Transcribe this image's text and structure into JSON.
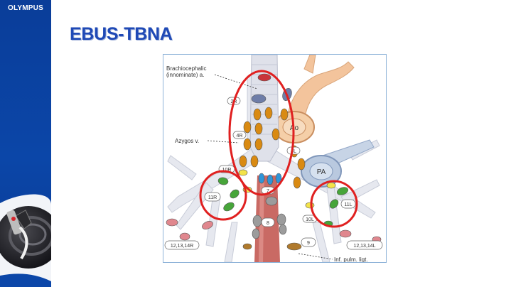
{
  "brand": {
    "name": "OLYMPUS"
  },
  "slide": {
    "title": "EBUS-TBNA"
  },
  "diagram": {
    "annotations": {
      "brachiocephalic": [
        "Brachiocephalic",
        "(innominate) a."
      ],
      "azygos": "Azygos v.",
      "inf_pulm_lig": "Inf. pulm. ligt."
    },
    "station_labels": {
      "s2r": "2R",
      "s4r": "4R",
      "s4l": "4L",
      "s10r": "10R",
      "s11r": "11R",
      "s11l": "11L",
      "s7": "7",
      "s8": "8",
      "s9": "9",
      "s10l": "10L",
      "s1214r": "12,13,14R",
      "s1214l": "12,13,14L"
    },
    "vessel_labels": {
      "ao": "Ao",
      "pa": "PA"
    },
    "colors": {
      "highlight_circle": "#e02020",
      "node_orange": "#d98a12",
      "node_green": "#47a53a",
      "node_yellow": "#f3e34a",
      "node_blue": "#2f95d8",
      "node_grey": "#9c9c9c",
      "node_pink": "#e0878e",
      "node_slate": "#6e7da8",
      "node_red": "#c9343a",
      "esophagus": "#c96a64",
      "airway": "#dfe1ea",
      "aorta": "#f3c49c"
    }
  }
}
